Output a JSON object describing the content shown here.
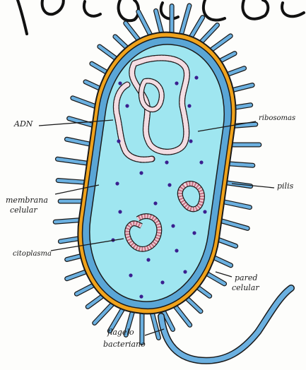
{
  "diagram": {
    "labels": {
      "adn": "ADN",
      "ribosomas": "ribosomas",
      "membrana_line1": "membrana",
      "membrana_line2": "celular",
      "pilis": "pilis",
      "citoplasma": "citoplasma",
      "pared_line1": "pared",
      "pared_line2": "celular",
      "flagelo_line1": "flagelo",
      "flagelo_line2": "bacteriano"
    },
    "colors": {
      "background": "#fdfdfb",
      "cytoplasm": "#9fe6f0",
      "membrane": "#5aa6d6",
      "cell_wall": "#f0a31c",
      "pili": "#6bb0e0",
      "dna_strand": "#c9788a",
      "ribosome": "#3a1f8f",
      "outline": "#1a1a1a"
    }
  }
}
